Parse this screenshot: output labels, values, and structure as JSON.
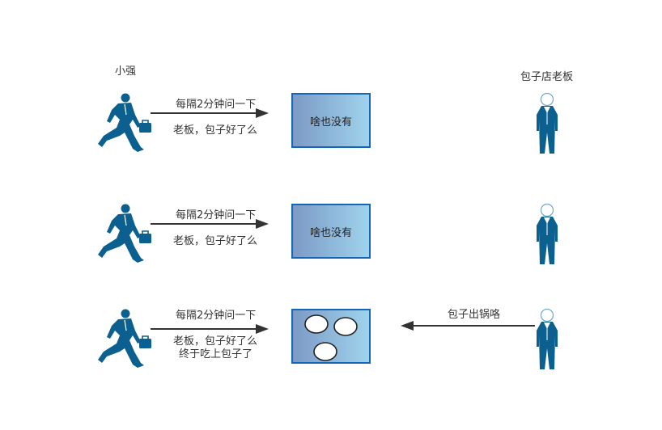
{
  "titles": {
    "left": "小强",
    "right": "包子店老板"
  },
  "rows": [
    {
      "arrow_top": "每隔2分钟问一下",
      "arrow_bottom": [
        "老板，包子好了么"
      ],
      "box_text": "啥也没有"
    },
    {
      "arrow_top": "每隔2分钟问一下",
      "arrow_bottom": [
        "老板，包子好了么"
      ],
      "box_text": "啥也没有"
    },
    {
      "arrow_top": "每隔2分钟问一下",
      "arrow_bottom": [
        "老板，包子好了么",
        "终于吃上包子了"
      ],
      "box_text": "",
      "buns": 3,
      "return_label": "包子出锅咯"
    }
  ],
  "colors": {
    "figure": "#0c6090",
    "box_border": "#1565b8",
    "box_grad_from": "#7c9ac6",
    "box_grad_to": "#9fd3ec"
  },
  "icons": [
    "running-businessman-icon",
    "standing-boss-icon",
    "bun-icon"
  ]
}
